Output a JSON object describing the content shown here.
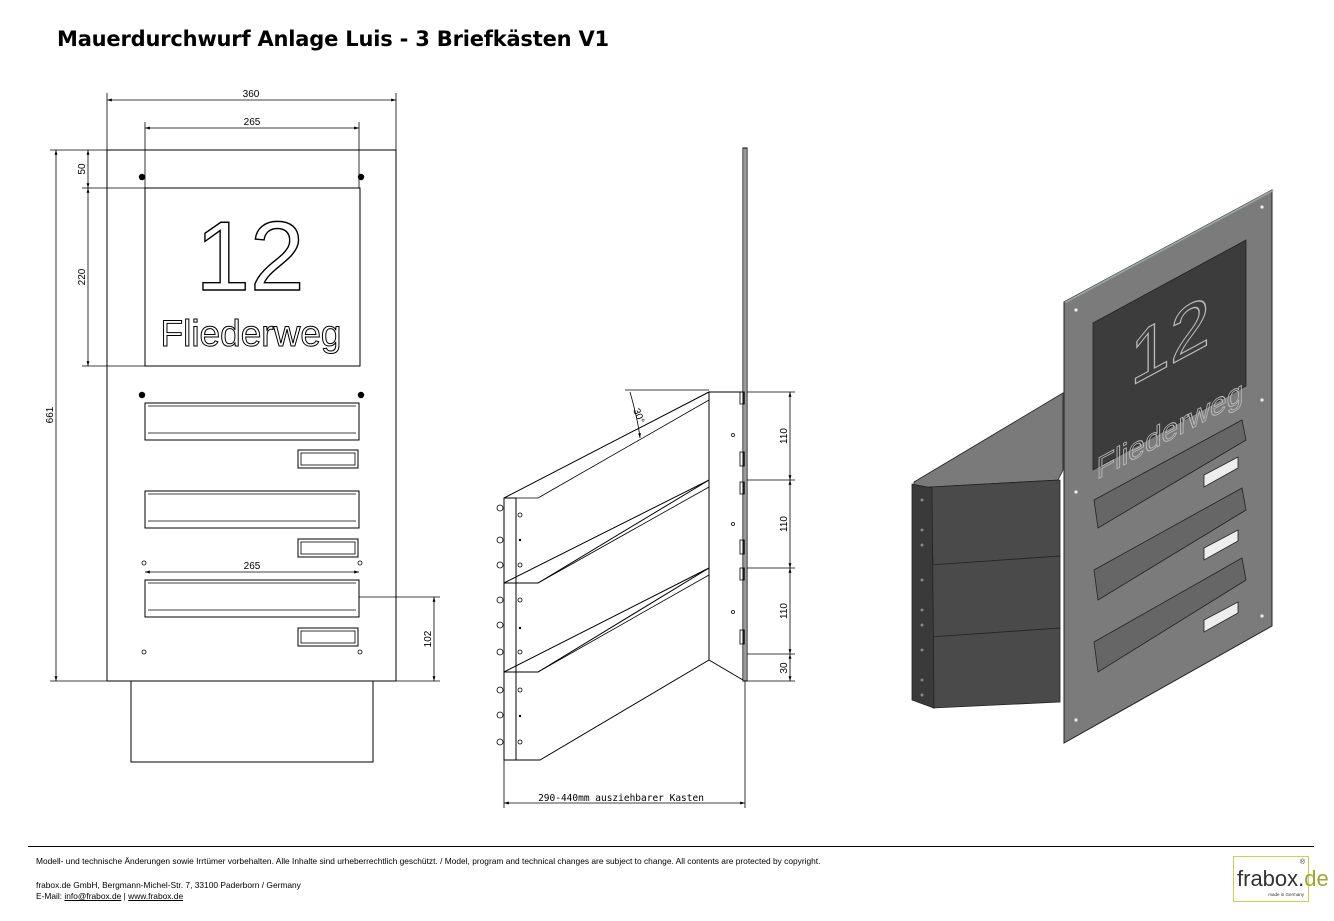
{
  "title": "Mauerdurchwurf Anlage Luis - 3 Briefkästen V1",
  "front_view": {
    "dim_total_width": "360",
    "dim_plate_width": "265",
    "dim_top_margin": "50",
    "dim_plate_height": "220",
    "dim_total_height": "661",
    "dim_slot_width": "265",
    "dim_box_height": "102",
    "house_number": "12",
    "street_name": "Fliederweg"
  },
  "side_view": {
    "dim_angle": "30°",
    "dim_row_1": "110",
    "dim_row_2": "110",
    "dim_row_3": "110",
    "dim_bottom": "30",
    "dim_depth_label": "290-440mm ausziehbarer Kasten"
  },
  "iso_view": {
    "house_number": "12",
    "street_name": "Fliederweg"
  },
  "footer": {
    "notice": "Modell- und technische Änderungen sowie Irrtümer vorbehalten. Alle Inhalte sind urheberrechtlich geschützt. / Model, program and technical changes are subject to change. All contents are protected by copyright.",
    "company": "frabox.de GmbH, Bergmann-Michel-Str. 7, 33100 Paderborn / Germany",
    "email_prefix": "E-Mail: ",
    "email": "info@frabox.de",
    "separator": " | ",
    "website": "www.frabox.de"
  },
  "logo": {
    "brand": "frabox.",
    "tld": "de",
    "registered": "®",
    "tagline": "made in Germany"
  },
  "colors": {
    "panel_gray": "#7b7b7b",
    "plate_dark": "#3c3c3c",
    "box_dark": "#4a4a4a",
    "logo_accent": "#c8d24a"
  }
}
